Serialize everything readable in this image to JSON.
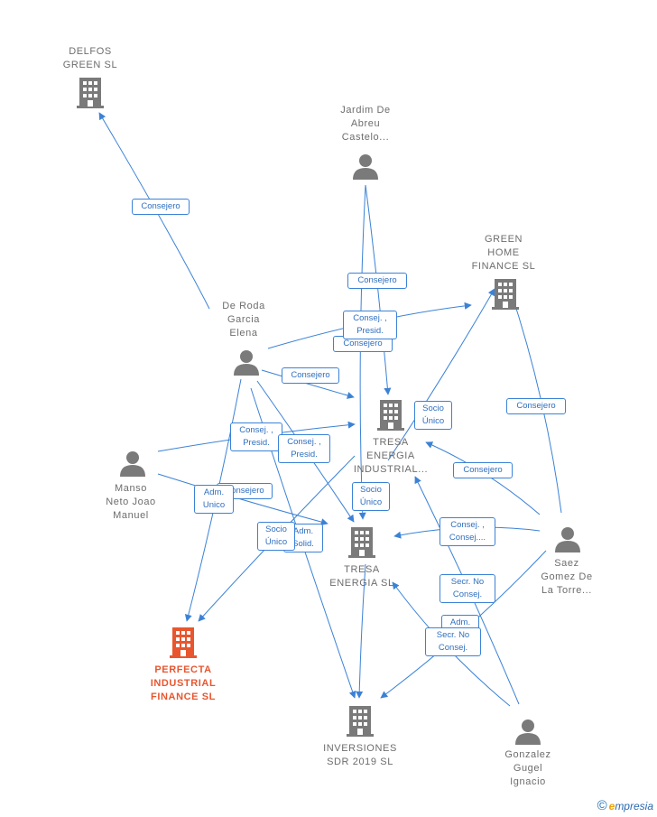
{
  "nodes": {
    "delfos": {
      "label": "DELFOS\nGREEN  SL",
      "kind": "company"
    },
    "jardim": {
      "label": "Jardim De\nAbreu\nCastelo...",
      "kind": "person"
    },
    "greenhome": {
      "label": "GREEN\nHOME\nFINANCE  SL",
      "kind": "company"
    },
    "deroda": {
      "label": "De Roda\nGarcia\nElena",
      "kind": "person"
    },
    "manso": {
      "label": "Manso\nNeto Joao\nManuel",
      "kind": "person"
    },
    "tresa_ind": {
      "label": "TRESA\nENERGIA\nINDUSTRIAL...",
      "kind": "company"
    },
    "tresa": {
      "label": "TRESA\nENERGIA  SL",
      "kind": "company"
    },
    "saez": {
      "label": "Saez\nGomez De\nLa Torre...",
      "kind": "person"
    },
    "perfecta": {
      "label": "PERFECTA\nINDUSTRIAL\nFINANCE  SL",
      "kind": "company-focus"
    },
    "inversiones": {
      "label": "INVERSIONES\nSDR 2019  SL",
      "kind": "company"
    },
    "gonzalez": {
      "label": "Gonzalez\nGugel\nIgnacio",
      "kind": "person"
    }
  },
  "edge_labels": {
    "e1": "Consejero",
    "e2": "Consejero",
    "e3": "Consej. ,\nPresid.",
    "e4": "Consejero",
    "e5": "Consejero",
    "e6": "Socio\nÚnico",
    "e7": "Consejero",
    "e8": "Consejero",
    "e9": "Consej. ,\nPresid.",
    "e10": "Consej. ,\nPresid.",
    "e11": "Consejero",
    "e12": "Adm.\nUnico",
    "e13": "Socio\nÚnico",
    "e14": "Socio\nÚnico",
    "e15": "Adm.\nSolid.",
    "e16": "Consej. ,\nConsej....",
    "e17": "Secr.  No\nConsej.",
    "e18": "Adm.",
    "e19": "Secr.  No\nConsej."
  },
  "brand": {
    "copyright": "©",
    "e": "e",
    "rest": "mpresia"
  },
  "colors": {
    "edge": "#3b82d6",
    "node": "#7a7a7a",
    "focus": "#e8562f"
  }
}
